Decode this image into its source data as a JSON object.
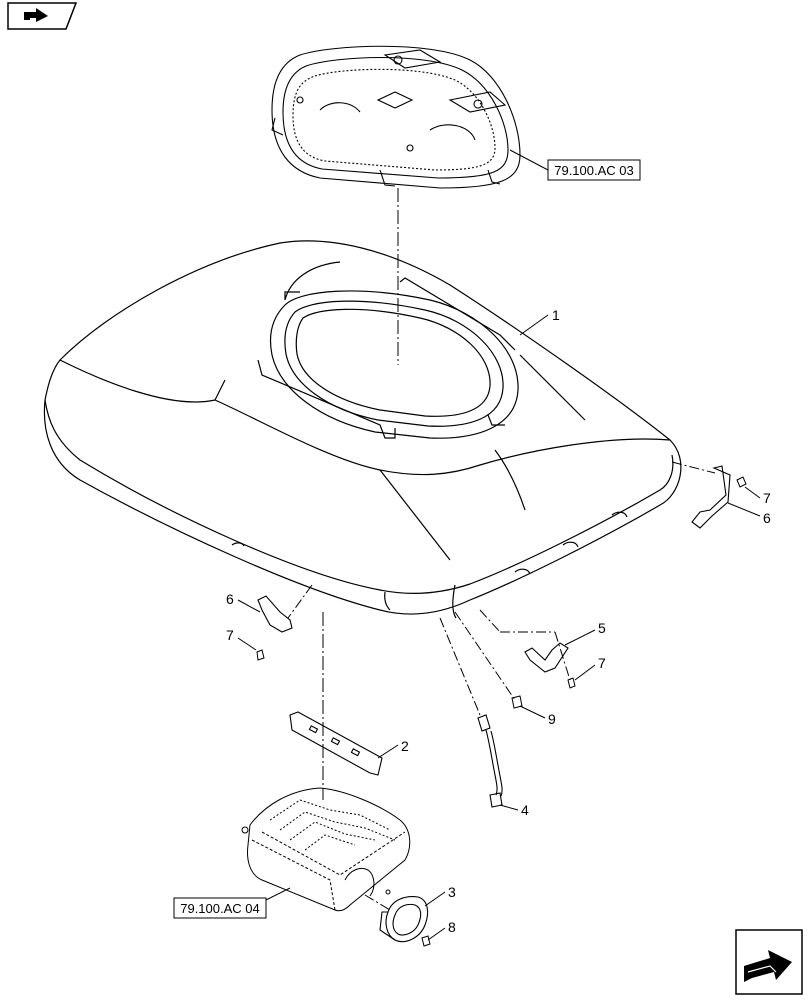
{
  "callouts": {
    "c1": "1",
    "c2": "2",
    "c3": "3",
    "c4": "4",
    "c5": "5",
    "c6a": "6",
    "c6b": "6",
    "c7a": "7",
    "c7b": "7",
    "c7c": "7",
    "c8": "8",
    "c9": "9"
  },
  "references": {
    "top": "79.100.AC 03",
    "bottom": "79.100.AC 04"
  },
  "icons": {
    "nav_top": "navigation-arrow-icon",
    "nav_bottom": "next-page-arrow-icon"
  },
  "colors": {
    "line": "#000000",
    "background": "#ffffff"
  }
}
